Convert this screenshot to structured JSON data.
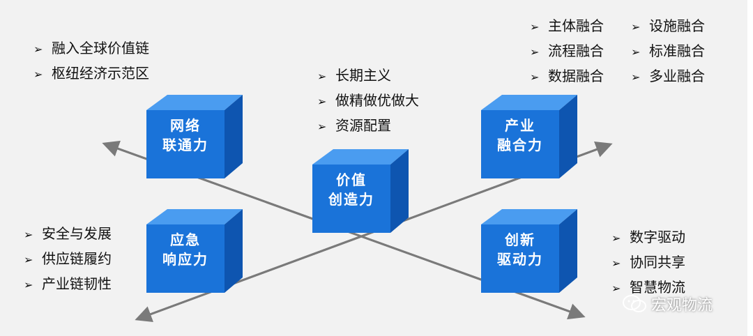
{
  "cubes": {
    "network": {
      "line1": "网络",
      "line2": "联通力"
    },
    "value": {
      "line1": "价值",
      "line2": "创造力"
    },
    "industry": {
      "line1": "产业",
      "line2": "融合力"
    },
    "emergency": {
      "line1": "应急",
      "line2": "响应力"
    },
    "innovation": {
      "line1": "创新",
      "line2": "驱动力"
    }
  },
  "lists": {
    "network": [
      "融入全球价值链",
      "枢纽经济示范区"
    ],
    "value": [
      "长期主义",
      "做精做优做大",
      "资源配置"
    ],
    "industry_left": [
      "主体融合",
      "流程融合",
      "数据融合"
    ],
    "industry_right": [
      "设施融合",
      "标准融合",
      "多业融合"
    ],
    "emergency": [
      "安全与发展",
      "供应链履约",
      "产业链韧性"
    ],
    "innovation": [
      "数字驱动",
      "协同共享",
      "智慧物流"
    ]
  },
  "bullet": "➢",
  "watermark": {
    "text": "宏观物流",
    "icon": "wechat-icon"
  },
  "colors": {
    "cube_front": "#1a73d9",
    "cube_top": "#4a9cf0",
    "cube_side": "#0e55b0",
    "axis": "#7a7a7a",
    "background": "#f2f2f2"
  }
}
